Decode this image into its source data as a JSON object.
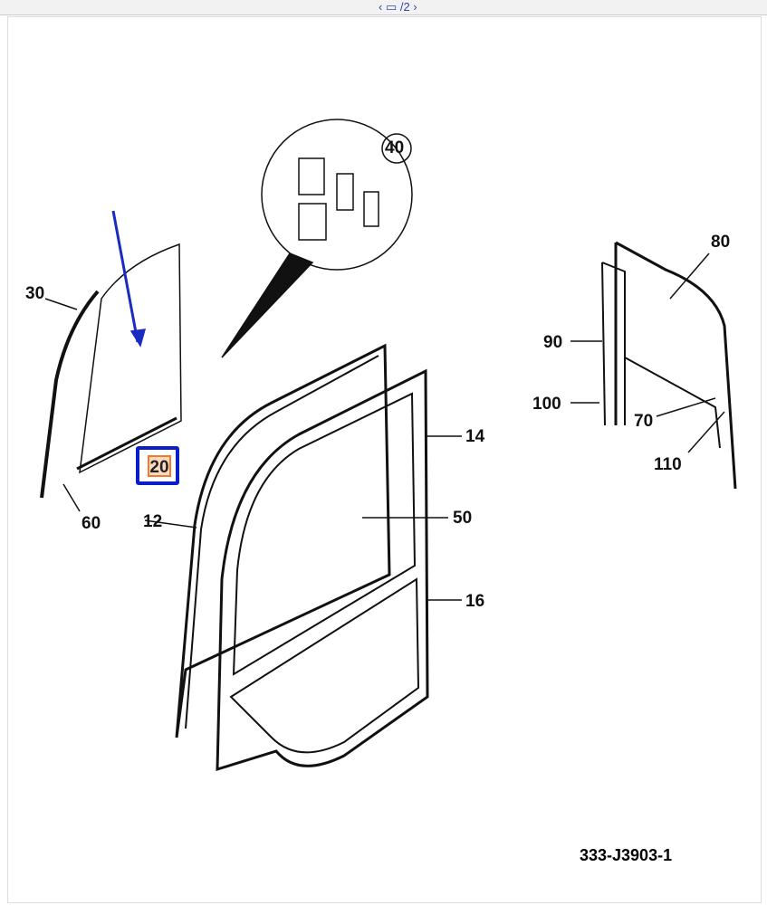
{
  "pager": {
    "text": "‹ ▭ /2 ›"
  },
  "diagram": {
    "callouts": [
      "40",
      "30",
      "20",
      "60",
      "12",
      "14",
      "50",
      "16",
      "80",
      "90",
      "100",
      "70",
      "110"
    ],
    "highlighted": "20",
    "code": "333-J3903-1"
  },
  "colors": {
    "highlight_border": "#0a1ec8",
    "highlight_fill": "#fdd9c0",
    "arrow": "#1a2bc0"
  }
}
